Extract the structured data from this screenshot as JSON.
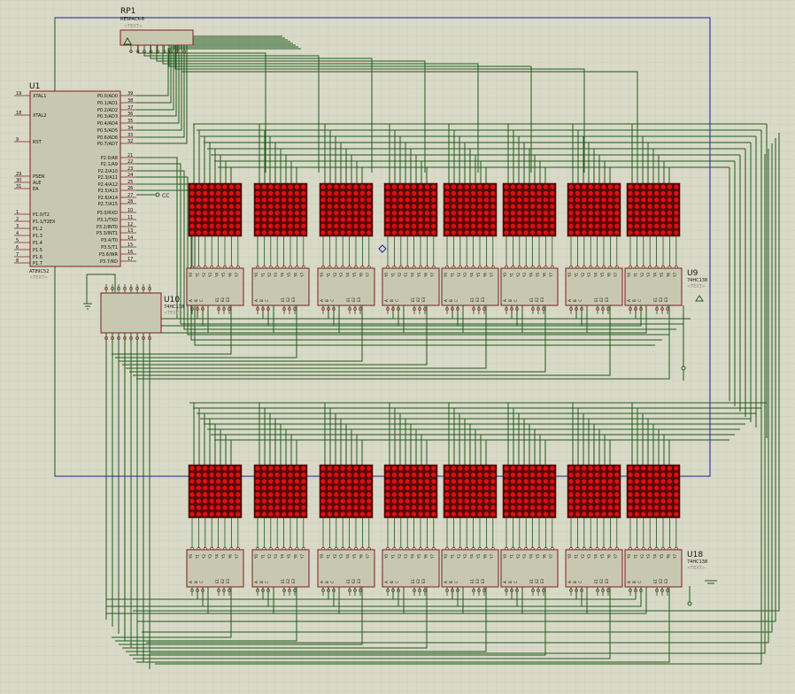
{
  "schematic": {
    "rp1": {
      "ref": "RP1",
      "part": "RESPACK-8",
      "text": "<TEXT>"
    },
    "u1": {
      "ref": "U1",
      "part": "AT89C52",
      "text": "<TEXT>",
      "left_pins": [
        {
          "num": "19",
          "name": "XTAL1"
        },
        {
          "num": "18",
          "name": "XTAL2"
        },
        {
          "num": "9",
          "name": "RST"
        },
        {
          "num": "29",
          "name": "PSEN"
        },
        {
          "num": "30",
          "name": "ALE"
        },
        {
          "num": "31",
          "name": "EA"
        },
        {
          "num": "1",
          "name": "P1.0/T2"
        },
        {
          "num": "2",
          "name": "P1.1/T2EX"
        },
        {
          "num": "3",
          "name": "P1.2"
        },
        {
          "num": "4",
          "name": "P1.3"
        },
        {
          "num": "5",
          "name": "P1.4"
        },
        {
          "num": "6",
          "name": "P1.5"
        },
        {
          "num": "7",
          "name": "P1.6"
        },
        {
          "num": "8",
          "name": "P1.7"
        }
      ],
      "right_pins": [
        {
          "num": "39",
          "name": "P0.0/AD0"
        },
        {
          "num": "38",
          "name": "P0.1/AD1"
        },
        {
          "num": "37",
          "name": "P0.2/AD2"
        },
        {
          "num": "36",
          "name": "P0.3/AD3"
        },
        {
          "num": "35",
          "name": "P0.4/AD4"
        },
        {
          "num": "34",
          "name": "P0.5/AD5"
        },
        {
          "num": "33",
          "name": "P0.6/AD6"
        },
        {
          "num": "32",
          "name": "P0.7/AD7"
        },
        {
          "num": "21",
          "name": "P2.0/A8"
        },
        {
          "num": "22",
          "name": "P2.1/A9"
        },
        {
          "num": "23",
          "name": "P2.2/A10"
        },
        {
          "num": "24",
          "name": "P2.3/A11"
        },
        {
          "num": "25",
          "name": "P2.4/A12"
        },
        {
          "num": "26",
          "name": "P2.5/A13"
        },
        {
          "num": "27",
          "name": "P2.6/A14"
        },
        {
          "num": "28",
          "name": "P2.7/A15"
        },
        {
          "num": "10",
          "name": "P3.0/RXD"
        },
        {
          "num": "11",
          "name": "P3.1/TXD"
        },
        {
          "num": "12",
          "name": "P3.2/INT0"
        },
        {
          "num": "13",
          "name": "P3.3/INT1"
        },
        {
          "num": "14",
          "name": "P3.4/T0"
        },
        {
          "num": "15",
          "name": "P3.5/T1"
        },
        {
          "num": "16",
          "name": "P3.6/WR"
        },
        {
          "num": "17",
          "name": "P3.7/RD"
        }
      ]
    },
    "u10": {
      "ref": "U10",
      "part": "74HC138",
      "text": "<TEXT>"
    },
    "u9": {
      "ref": "U9",
      "part": "74HC138",
      "text": "<TEXT>"
    },
    "u18": {
      "ref": "U18",
      "part": "74HC138",
      "text": "<TEXT>"
    },
    "power_label": "CC",
    "decoder_pins_top": [
      "Y0",
      "Y1",
      "Y2",
      "Y3",
      "Y4",
      "Y5",
      "Y6",
      "Y7"
    ],
    "decoder_pins_bottom": [
      "A",
      "B",
      "C",
      "E1",
      "E2",
      "E3"
    ],
    "colors": {
      "background": "#d9d9c7",
      "grid": "#c9c9b6",
      "wire": "#1e5a1e",
      "bus_frame": "#1f1f9a",
      "chip_fill": "#c8c8b0",
      "chip_border": "#7a1f1f",
      "led_on": "#e01010",
      "led_off": "#3a0a0a",
      "pin_label": "#111111"
    }
  }
}
